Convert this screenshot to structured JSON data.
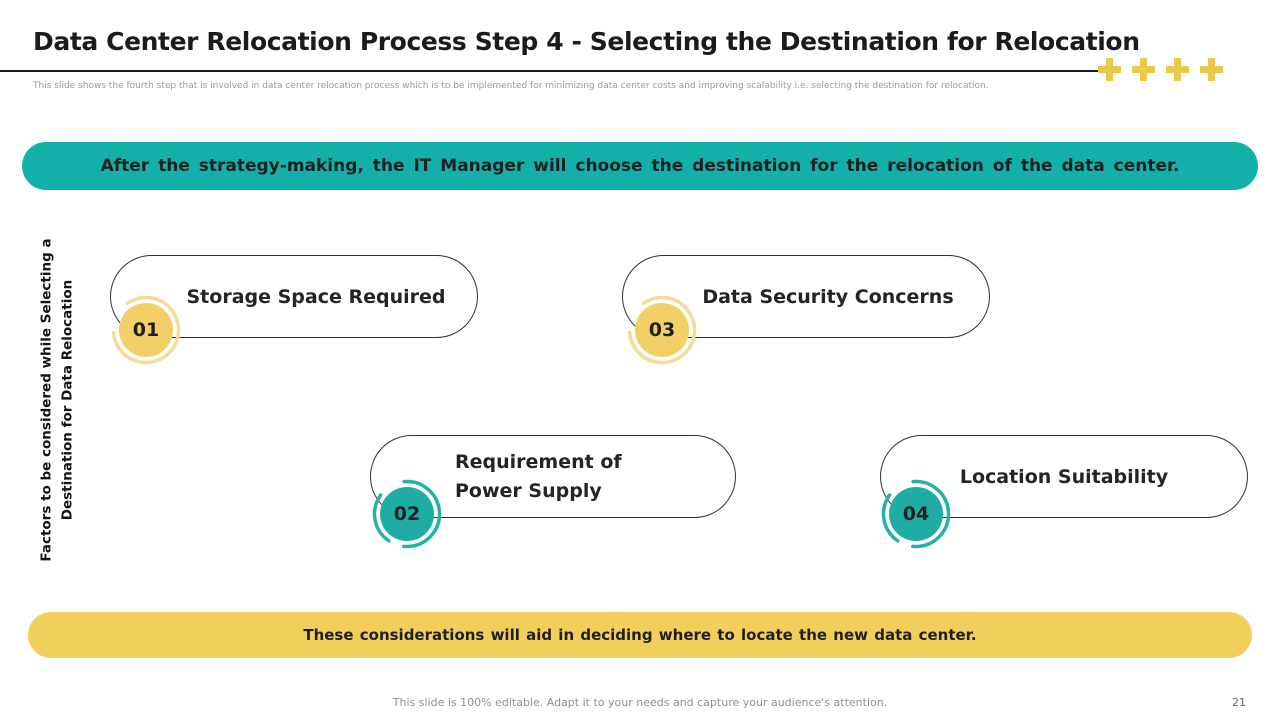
{
  "slide": {
    "title": "Data Center Relocation Process Step 4 - Selecting the Destination for Relocation",
    "subtitle": "This slide shows the fourth step that is involved in data center relocation process which is to be implemented for minimizing data center costs and improving scalability i.e. selecting the destination for relocation.",
    "top_banner": "After the strategy-making, the IT Manager will choose the destination for the relocation of the data center.",
    "side_label_line1": "Factors to be considered while Selecting a",
    "side_label_line2": "Destination for Data Relocation",
    "factors": [
      {
        "number": "01",
        "label": "Storage Space Required",
        "line1": "Storage Space Required",
        "line2": "",
        "accent": "yellow"
      },
      {
        "number": "02",
        "label": "Requirement of Power Supply",
        "line1": "Requirement of",
        "line2": "Power Supply",
        "accent": "teal"
      },
      {
        "number": "03",
        "label": "Data Security Concerns",
        "line1": "Data Security Concerns",
        "line2": "",
        "accent": "yellow"
      },
      {
        "number": "04",
        "label": "Location Suitability",
        "line1": "Location Suitability",
        "line2": "",
        "accent": "teal"
      }
    ],
    "bottom_banner": "These considerations will aid in deciding where to locate the new data center.",
    "footer_note": "This slide is 100% editable. Adapt it to your needs and capture your audience's attention.",
    "page_number": "21",
    "colors": {
      "teal_banner": "#13b0a9",
      "teal_circle": "#1fada3",
      "yellow_banner": "#f2ce5b",
      "yellow_circle": "#f3cf67",
      "yellow_ring": "#f1dc9a",
      "plus_decoration": "#edc64a"
    }
  }
}
